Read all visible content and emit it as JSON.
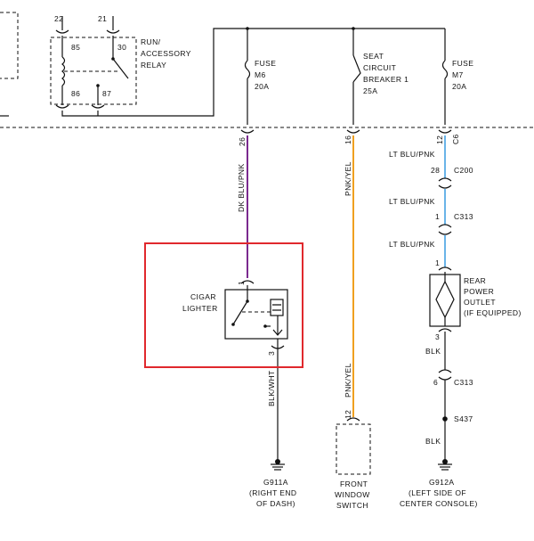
{
  "relay": {
    "pin_top_left": "22",
    "pin_top_right": "21",
    "pin_85": "85",
    "pin_30": "30",
    "pin_86": "86",
    "pin_87": "87",
    "label_line1": "RUN/",
    "label_line2": "ACCESSORY",
    "label_line3": "RELAY"
  },
  "fuse_m6": {
    "line1": "FUSE",
    "line2": "M6",
    "line3": "20A"
  },
  "breaker": {
    "line1": "SEAT",
    "line2": "CIRCUIT",
    "line3": "BREAKER 1",
    "line4": "25A"
  },
  "fuse_m7": {
    "line1": "FUSE",
    "line2": "M7",
    "line3": "20A"
  },
  "connector_c6": {
    "pin_a": "26",
    "pin_b": "16",
    "pin_c": "12",
    "name": "C6"
  },
  "lighter_circuit": {
    "wire_top": "DK BLU/PNK",
    "pin_top": "1",
    "label_line1": "CIGAR",
    "label_line2": "LIGHTER",
    "pin_bottom": "3",
    "wire_bottom": "BLK/WHT",
    "ground_line1": "G911A",
    "ground_line2": "(RIGHT END",
    "ground_line3": "OF DASH)"
  },
  "window_circuit": {
    "wire_top": "PNK/YEL",
    "wire_bottom": "PNK/YEL",
    "pin": "12",
    "label_line1": "FRONT",
    "label_line2": "WINDOW",
    "label_line3": "SWITCH"
  },
  "outlet_circuit": {
    "wire1": "LT BLU/PNK",
    "pin_28": "28",
    "conn_c200": "C200",
    "wire2": "LT BLU/PNK",
    "pin_1a": "1",
    "conn_c313a": "C313",
    "wire3": "LT BLU/PNK",
    "pin_1b": "1",
    "label_line1": "REAR",
    "label_line2": "POWER",
    "label_line3": "OUTLET",
    "label_line4": "(IF EQUIPPED)",
    "pin_3": "3",
    "wire4": "BLK",
    "pin_6": "6",
    "conn_c313b": "C313",
    "splice": "S437",
    "wire5": "BLK",
    "ground_line1": "G912A",
    "ground_line2": "(LEFT SIDE OF",
    "ground_line3": "CENTER CONSOLE)"
  },
  "colors": {
    "purple_wire": "#7b2a8f",
    "orange_wire": "#f0a020",
    "blue_wire": "#6ab4e8",
    "highlight": "#e0282d"
  }
}
